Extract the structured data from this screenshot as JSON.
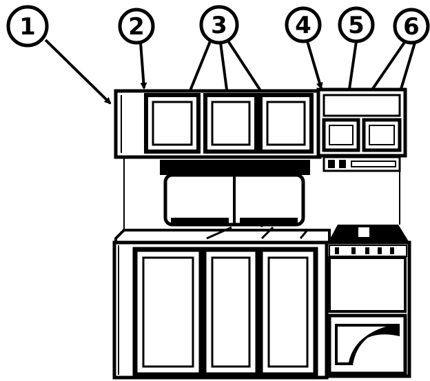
{
  "callouts": [
    {
      "id": "callout-1",
      "label": "1"
    },
    {
      "id": "callout-2",
      "label": "2"
    },
    {
      "id": "callout-3",
      "label": "3"
    },
    {
      "id": "callout-4",
      "label": "4"
    },
    {
      "id": "callout-5",
      "label": "5"
    },
    {
      "id": "callout-6",
      "label": "6"
    }
  ],
  "colors": {
    "ink": "#000000",
    "paper": "#ffffff",
    "shade": "#d8d8d8"
  }
}
